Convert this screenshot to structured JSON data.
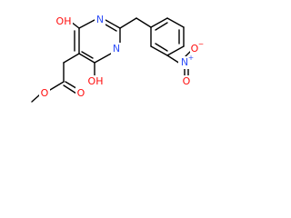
{
  "labels": {
    "oh_top": "OH",
    "oh_bottom": "OH",
    "n_top": "N",
    "n_bottom": "N",
    "o_ester_carbonyl": "O",
    "o_ester_ether": "O",
    "nitro_n": "N",
    "nitro_n_charge": "+",
    "nitro_o_top": "O",
    "nitro_o_top_charge": "−",
    "nitro_o_bottom": "O"
  },
  "colors": {
    "bond": "#000000",
    "carbon_text": "#000000",
    "oxygen": "#ff0d0d",
    "nitrogen": "#3050f8",
    "background": "#ffffff"
  }
}
